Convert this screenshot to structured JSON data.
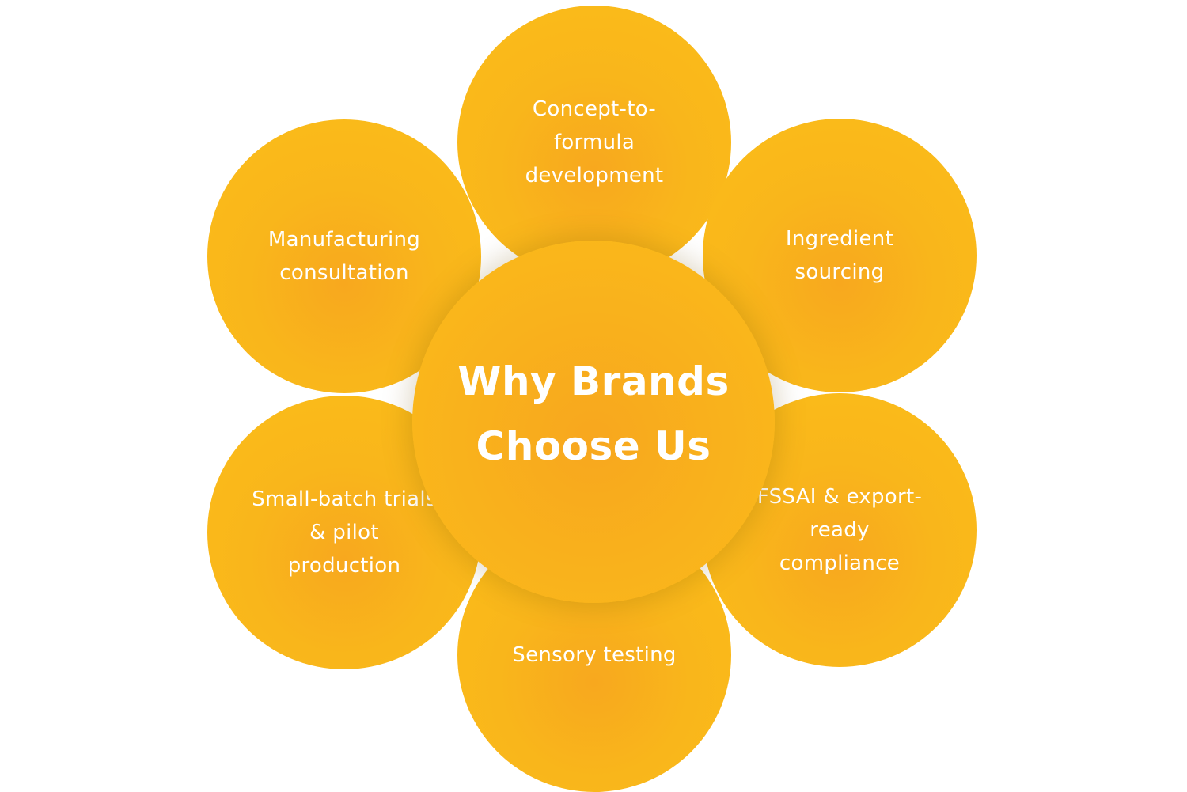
{
  "diagram": {
    "center": {
      "title": "Why Brands Choose Us"
    },
    "petals": [
      {
        "label": "Concept-to-formula development"
      },
      {
        "label": "Ingredient sourcing"
      },
      {
        "label": "FSSAI & export-ready compliance"
      },
      {
        "label": "Sensory testing"
      },
      {
        "label": "Small-batch trials & pilot production"
      },
      {
        "label": "Manufacturing consultation"
      }
    ],
    "colors": {
      "petal_fill": "#f9b61b",
      "petal_fill_inner": "#f8a81e",
      "text": "#ffffff",
      "background": "#ffffff"
    }
  }
}
